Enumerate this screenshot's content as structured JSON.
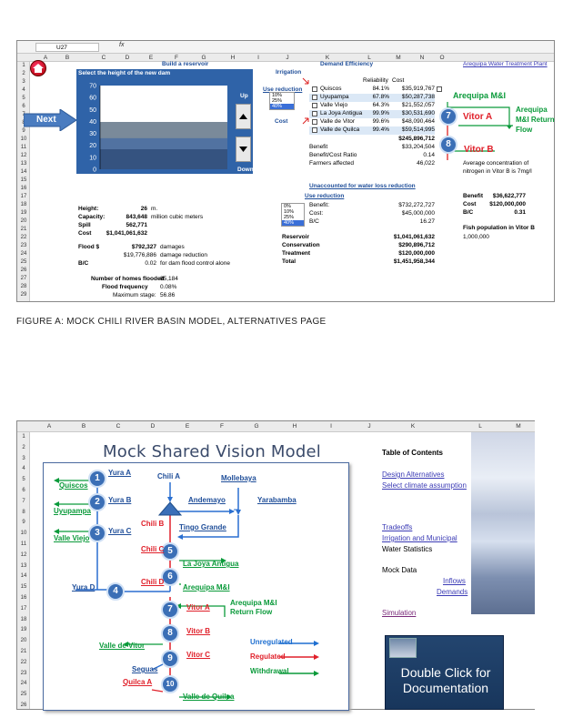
{
  "sheetA": {
    "namebox": "U27",
    "fx": "fx",
    "columns": [
      "A",
      "B",
      "C",
      "D",
      "E",
      "F",
      "G",
      "H",
      "I",
      "J",
      "K",
      "L",
      "M",
      "N",
      "O"
    ],
    "rows": [
      "1",
      "2",
      "3",
      "4",
      "5",
      "6",
      "7",
      "8",
      "9",
      "10",
      "11",
      "12",
      "13",
      "14",
      "15",
      "16",
      "17",
      "18",
      "19",
      "20",
      "21",
      "22",
      "23",
      "24",
      "25",
      "26",
      "27",
      "28",
      "29"
    ],
    "build_reservoir": "Build a reservoir",
    "select_height": "Select the height of the new dam",
    "next_label": "Next",
    "up_label": "Up",
    "down_label": "Down",
    "chart_data": {
      "type": "area",
      "title": "",
      "xlabel": "",
      "ylabel": "",
      "ylim": [
        0,
        70
      ],
      "y_ticks": [
        "70",
        "60",
        "50",
        "40",
        "30",
        "20",
        "10",
        "0"
      ],
      "values": [
        26
      ],
      "grid": false
    },
    "stats": [
      {
        "label": "Height:",
        "value": "26",
        "unit": "m."
      },
      {
        "label": "Capacity:",
        "value": "843,648",
        "unit": "million cubic meters"
      },
      {
        "label": "Spill",
        "value": "562,771",
        "unit": ""
      },
      {
        "label": "Cost",
        "value": "$1,041,061,632",
        "unit": ""
      }
    ],
    "flood": [
      {
        "label": "Flood $",
        "value": "$792,327",
        "unit": "damages"
      },
      {
        "label": "",
        "value": "$19,776,886",
        "unit": "damage reduction"
      },
      {
        "label": "B/C",
        "value": "0.02",
        "unit": "for dam flood control alone"
      }
    ],
    "homes": [
      {
        "label": "Number of homes flooded",
        "value": "85,184"
      },
      {
        "label": "Flood frequency",
        "value": "0.08%"
      },
      {
        "label": "Maximum stage:",
        "value": "56.86"
      }
    ],
    "irrigation_label": "Irrigation",
    "use_reduction": "Use reduction",
    "cost_label": "Cost",
    "list_options": [
      "10%",
      "25%",
      "40%"
    ],
    "list2_options": [
      "0%",
      "10%",
      "25%",
      "40%"
    ],
    "demand_efficiency": "Demand Efficiency",
    "aqp_treatment_link": "Arequipa Water Treatment Plant",
    "reliability_hdr": "Reliability",
    "cost_hdr": "Cost",
    "demand_rows": [
      {
        "name": "Quiscos",
        "rel": "84.1%",
        "cost": "$35,919,767"
      },
      {
        "name": "Uyupampa",
        "rel": "67.8%",
        "cost": "$50,287,738"
      },
      {
        "name": "Valle Viejo",
        "rel": "64.3%",
        "cost": "$21,552,057"
      },
      {
        "name": "La Joya Antigua",
        "rel": "99.9%",
        "cost": "$30,531,690"
      },
      {
        "name": "Valle de Vitor",
        "rel": "99.6%",
        "cost": "$48,090,464"
      },
      {
        "name": "Valle de Quilca",
        "rel": "99.4%",
        "cost": "$59,514,995"
      }
    ],
    "demand_total": "$245,896,712",
    "benefit_rows": [
      {
        "label": "Benefit",
        "value": "$33,204,504"
      },
      {
        "label": "Benefit/Cost Ratio",
        "value": "0.14"
      },
      {
        "label": "Farmers affected",
        "value": "46,022"
      }
    ],
    "unaccounted_title": "Unaccounted for water loss reduction",
    "ua_rows": [
      {
        "label": "Benefit:",
        "value": "$732,272,727"
      },
      {
        "label": "Cost:",
        "value": "$45,000,000"
      },
      {
        "label": "B/C",
        "value": "16.27"
      }
    ],
    "totals": [
      {
        "label": "Reservoir",
        "value": "$1,041,061,632"
      },
      {
        "label": "Conservation",
        "value": "$290,896,712"
      },
      {
        "label": "Treatment",
        "value": "$120,000,000"
      },
      {
        "label": "Total",
        "value": "$1,451,958,344"
      }
    ],
    "aqp_mi": "Arequipa M&I",
    "aqp_return": "Arequipa M&I Return Flow",
    "vitor_a": "Vitor A",
    "vitor_b": "Vitor B",
    "node7": "7",
    "node8": "8",
    "nitrogen_note_1": "Average concentration of",
    "nitrogen_note_2": "nitrogen in Vitor B is 7mg/l",
    "right_stats": [
      {
        "label": "Benefit",
        "value": "$36,622,777"
      },
      {
        "label": "Cost",
        "value": "$120,000,000"
      },
      {
        "label": "B/C",
        "value": "0.31"
      }
    ],
    "fish_label": "Fish population in Vitor B",
    "fish_value": "1,000,000"
  },
  "caption": "FIGURE A: MOCK CHILI RIVER BASIN MODEL, ALTERNATIVES PAGE",
  "sheetB": {
    "columns": [
      "A",
      "B",
      "C",
      "D",
      "E",
      "F",
      "G",
      "H",
      "I",
      "J",
      "K",
      "L",
      "M"
    ],
    "rows": [
      "1",
      "2",
      "3",
      "4",
      "5",
      "6",
      "7",
      "8",
      "9",
      "10",
      "11",
      "12",
      "13",
      "14",
      "15",
      "16",
      "17",
      "18",
      "19",
      "20",
      "21",
      "22",
      "23",
      "24",
      "25",
      "26"
    ],
    "title": "Mock Shared Vision Model",
    "toc_title": "Table of Contents",
    "toc_links": [
      "Design Alternatives",
      "Select climate assumption"
    ],
    "toc_links2": [
      "Tradeoffs",
      "Irrigation and Municipal"
    ],
    "water_stats": "Water Statistics",
    "mock_data": "Mock Data",
    "inflows": "Inflows",
    "demands": "Demands",
    "simulation": "Simulation",
    "doc_text": "Double Click for Documentation",
    "nodes": [
      {
        "n": "1",
        "label": "Yura A"
      },
      {
        "n": "2",
        "label": "Yura B"
      },
      {
        "n": "3",
        "label": "Yura C"
      },
      {
        "n": "4",
        "label": "Yura D"
      },
      {
        "n": "5",
        "label": "Chili C"
      },
      {
        "n": "6",
        "label": "Chili D"
      },
      {
        "n": "7",
        "label": "Vitor A"
      },
      {
        "n": "8",
        "label": "Vitor B"
      },
      {
        "n": "9",
        "label": "Vitor C"
      },
      {
        "n": "10",
        "label": "Quilca A"
      }
    ],
    "places": {
      "chili_a": "Chili A",
      "mollebaya": "Mollebaya",
      "quiscos": "Quiscos",
      "andemayo": "Andemayo",
      "yarabamba": "Yarabamba",
      "uyupampa": "Uyupampa",
      "chili_b": "Chili B",
      "tingo_grande": "Tingo Grande",
      "valle_viejo": "Valle Viejo",
      "la_joya": "La Joya Antigua",
      "aqp_mi": "Arequipa M&I",
      "aqp_return": "Arequipa M&I Return Flow",
      "valle_vitor": "Valle de Vitor",
      "seguas": "Seguas",
      "valle_quilca": "Valle de Quilca"
    },
    "legend": [
      {
        "label": "Unregulated",
        "color": "#1f6fd0"
      },
      {
        "label": "Regulated",
        "color": "#e0202a"
      },
      {
        "label": "Withdrawal",
        "color": "#0a9a3a"
      }
    ]
  }
}
